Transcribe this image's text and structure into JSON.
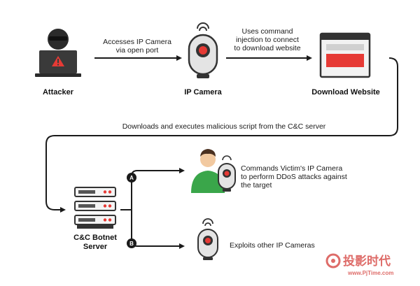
{
  "nodes": {
    "attacker": "Attacker",
    "ip_camera": "IP Camera",
    "download_website": "Download Website",
    "cnc_server_line1": "C&C Botnet",
    "cnc_server_line2": "Server"
  },
  "edges": {
    "access_line1": "Accesses IP Camera",
    "access_line2": "via open port",
    "inject_line1": "Uses command",
    "inject_line2": "injection to connect",
    "inject_line3": "to download website",
    "downloads_script": "Downloads and executes malicious script from the C&C server",
    "branch_a_line1": "Commands Victim's IP Camera",
    "branch_a_line2": "to perform DDoS attacks against",
    "branch_a_line3": "the target",
    "branch_b": "Exploits other IP Cameras"
  },
  "badges": {
    "a": "A",
    "b": "B"
  },
  "watermark": {
    "name": "投影时代",
    "url": "www.PjTime.com"
  },
  "icons": [
    "hacker-laptop-icon",
    "ip-camera-icon",
    "browser-window-icon",
    "server-rack-icon",
    "victim-person-icon",
    "camera-small-icon",
    "hazard-icon"
  ],
  "colors": {
    "accent_red": "#e63a35",
    "line": "#1a1a1a",
    "camera_gray": "#d8d8d8"
  }
}
